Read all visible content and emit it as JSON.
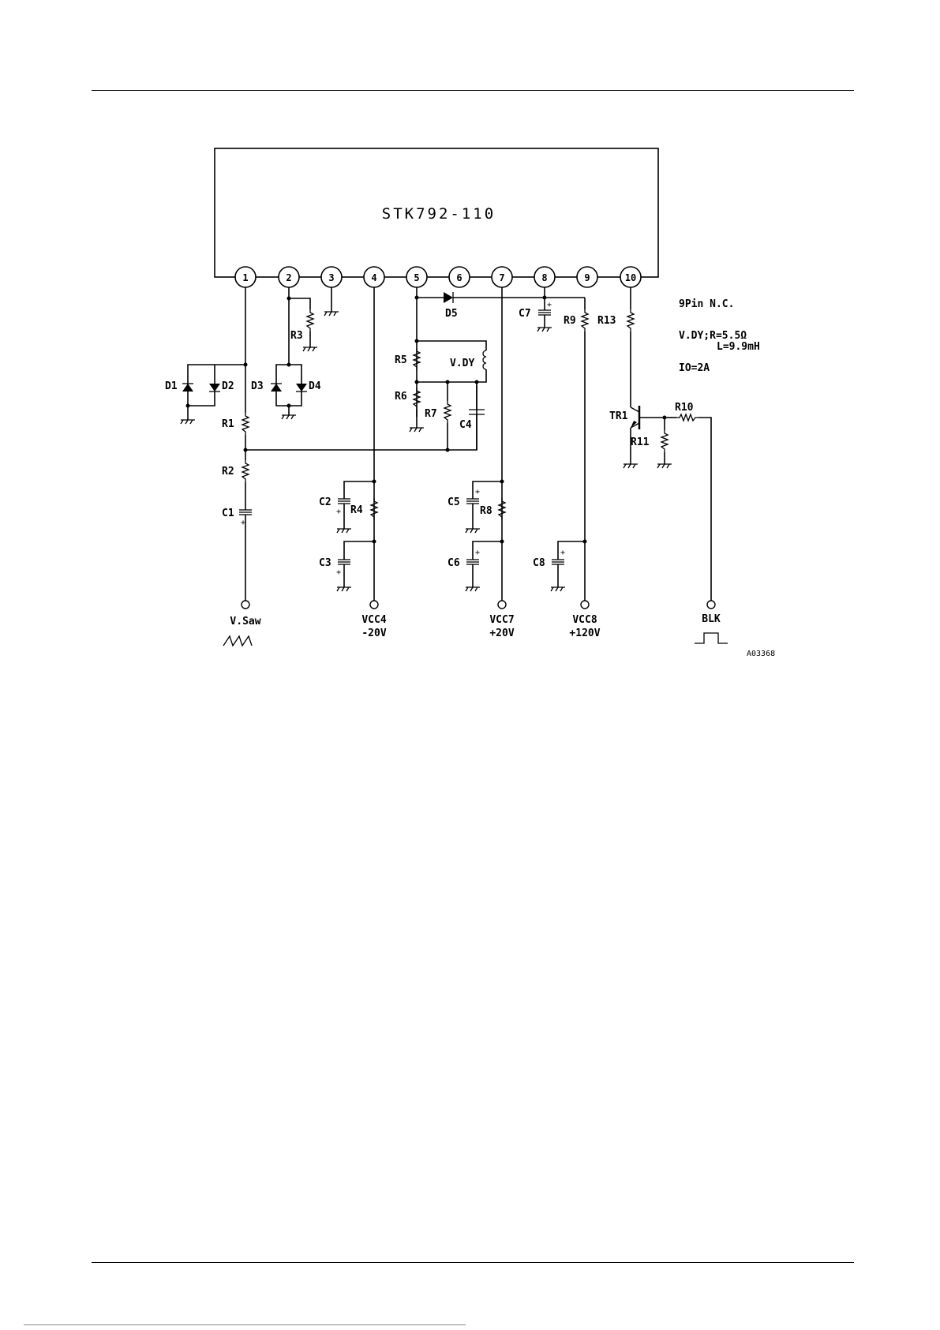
{
  "ic": {
    "name": "STK792-110"
  },
  "pins": [
    "1",
    "2",
    "3",
    "4",
    "5",
    "6",
    "7",
    "8",
    "9",
    "10"
  ],
  "components": {
    "resistors": [
      "R1",
      "R2",
      "R3",
      "R4",
      "R5",
      "R6",
      "R7",
      "R8",
      "R9",
      "R10",
      "R11",
      "R13"
    ],
    "capacitors": [
      "C1",
      "C2",
      "C3",
      "C4",
      "C5",
      "C6",
      "C7",
      "C8"
    ],
    "diodes": [
      "D1",
      "D2",
      "D3",
      "D4",
      "D5"
    ],
    "transistor": "TR1",
    "coil": "V.DY"
  },
  "notes": {
    "nc": "9Pin N.C.",
    "vdy_r": "V.DY;R=5.5Ω",
    "vdy_l": "L=9.9mH",
    "io": "IO=2A"
  },
  "terminals": {
    "vsaw": "V.Saw",
    "vcc4": "VCC4",
    "vcc4_v": "-20V",
    "vcc7": "VCC7",
    "vcc7_v": "+20V",
    "vcc8": "VCC8",
    "vcc8_v": "+120V",
    "blk": "BLK"
  },
  "figure_id": "A03368"
}
